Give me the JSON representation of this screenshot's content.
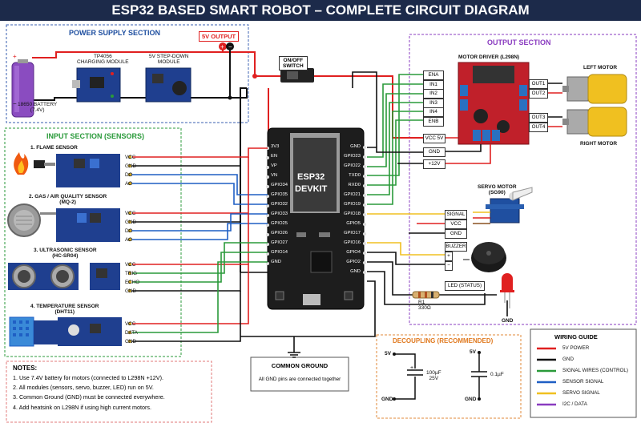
{
  "title": "ESP32 BASED SMART ROBOT – COMPLETE CIRCUIT DIAGRAM",
  "power": {
    "title": "POWER SUPPLY SECTION",
    "battery": "18650 BATTERY\n(7.4V)",
    "charger": "TP4056\nCHARGING MODULE",
    "stepdown": "5V STEP-DOWN\nMODULE",
    "output_tag": "5V OUTPUT",
    "plus": "+",
    "minus": "−"
  },
  "switch": "ON/OFF\nSWITCH",
  "input": {
    "title": "INPUT SECTION (SENSORS)",
    "sensors": [
      {
        "name": "1. FLAME SENSOR",
        "pins": [
          "VCC",
          "GND",
          "DO",
          "AO"
        ]
      },
      {
        "name": "2. GAS / AIR QUALITY SENSOR\n(MQ-2)",
        "pins": [
          "VCC",
          "GND",
          "DO",
          "AO"
        ]
      },
      {
        "name": "3. ULTRASONIC SENSOR\n(HC-SR04)",
        "pins": [
          "VCC",
          "TRIG",
          "ECHO",
          "GND"
        ]
      },
      {
        "name": "4. TEMPERATURE SENSOR\n(DHT11)",
        "pins": [
          "VCC",
          "DATA",
          "GND"
        ]
      }
    ]
  },
  "esp32": {
    "label": "ESP32\nDEVKIT",
    "left_pins": [
      "3V3",
      "EN",
      "VP",
      "VN",
      "GPIO34",
      "GPIO35",
      "GPIO32",
      "GPIO33",
      "GPIO25",
      "GPIO26",
      "GPIO27",
      "GPIO14",
      "GND"
    ],
    "right_pins": [
      "GND",
      "GPIO23",
      "GPIO22",
      "TXD0",
      "RXD0",
      "GPIO21",
      "GPIO19",
      "GPIO18",
      "GPIO5",
      "GPIO17",
      "GPIO16",
      "GPIO4",
      "GPIO2",
      "GND"
    ]
  },
  "output": {
    "title": "OUTPUT SECTION",
    "driver": "MOTOR DRIVER (L298N)",
    "driver_inputs": [
      "ENA",
      "IN1",
      "IN2",
      "IN3",
      "IN4",
      "ENB"
    ],
    "driver_power": [
      "VCC 5V",
      "GND",
      "+12V"
    ],
    "outs": [
      "OUT1",
      "OUT2",
      "OUT3",
      "OUT4"
    ],
    "left_motor": "LEFT MOTOR",
    "right_motor": "RIGHT MOTOR",
    "servo": "SERVO MOTOR\n(SG90)",
    "servo_pins": [
      "SIGNAL",
      "VCC",
      "GND"
    ],
    "buzzer": "BUZZER",
    "buzzer_pins": [
      "+",
      "−"
    ],
    "led": "LED (STATUS)",
    "resistor": "R1\n330Ω",
    "led_gnd": "GND"
  },
  "common_ground": {
    "title": "COMMON GROUND",
    "text": "All GND pins are connected together"
  },
  "decoupling": {
    "title": "DECOUPLING (RECOMMENDED)",
    "c1": "100µF\n25V",
    "c2": "0.1µF",
    "v": "5V",
    "g": "GND"
  },
  "wiring_guide": {
    "title": "WIRING GUIDE",
    "items": [
      {
        "label": "5V POWER",
        "color": "#e02020"
      },
      {
        "label": "GND",
        "color": "#111111"
      },
      {
        "label": "SIGNAL WIRES (CONTROL)",
        "color": "#2a9a3a"
      },
      {
        "label": "SENSOR SIGNAL",
        "color": "#1f5fc4"
      },
      {
        "label": "SERVO SIGNAL",
        "color": "#f0c020"
      },
      {
        "label": "I2C / DATA",
        "color": "#8a3cc0"
      }
    ]
  },
  "notes": {
    "title": "NOTES:",
    "items": [
      "1. Use 7.4V battery for motors (connected to L298N +12V).",
      "2. All modules (sensors, servo, buzzer, LED) run on 5V.",
      "3. Common Ground (GND) must be connected everywhere.",
      "4. Add heatsink on L298N if using high current motors."
    ]
  },
  "colors": {
    "power": "#e02020",
    "gnd": "#111111",
    "signal": "#2a9a3a",
    "sensor": "#1f5fc4",
    "servo": "#f0c020",
    "i2c": "#8a3cc0",
    "pcb": "#1f3f8f",
    "driver": "#c0202a"
  }
}
